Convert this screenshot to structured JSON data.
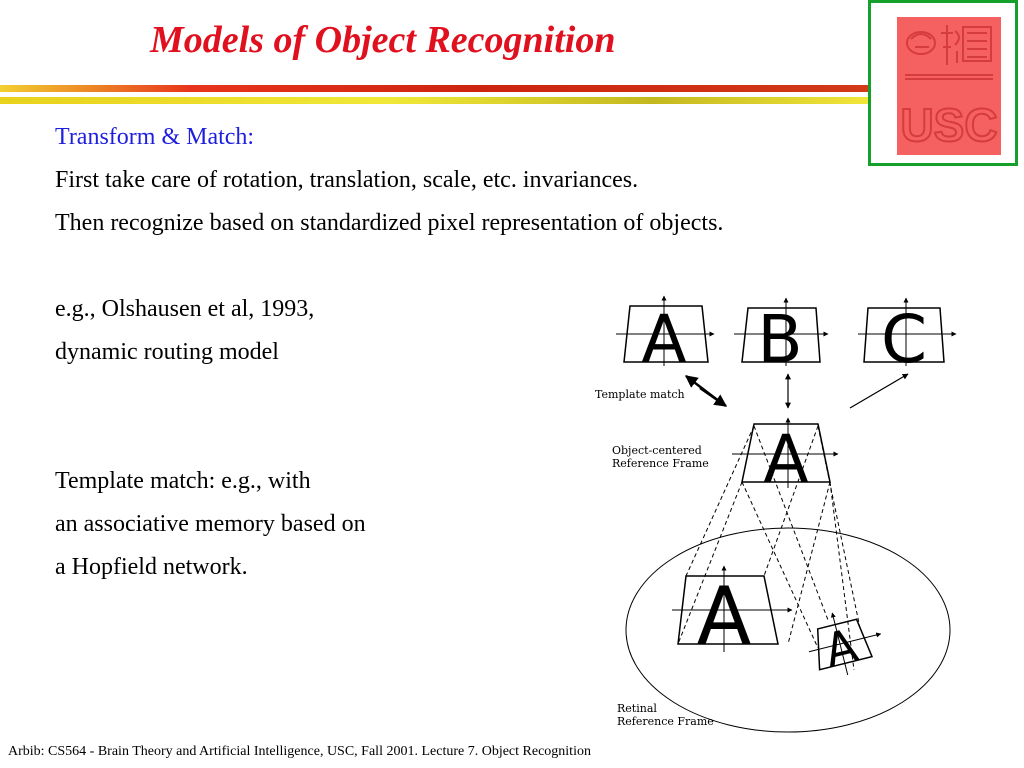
{
  "slide": {
    "title": "Models of Object Recognition",
    "lines": {
      "heading": "Transform & Match:",
      "line1": "First take care of rotation, translation, scale, etc. invariances.",
      "line2": "Then recognize based on standardized pixel representation of objects.",
      "line3": "e.g., Olshausen et al, 1993,",
      "line4": "dynamic routing model",
      "line5": "Template match: e.g., with",
      "line6": "an associative memory based on",
      "line7": "a Hopfield network."
    },
    "footer": "Arbib: CS564 - Brain Theory and Artificial Intelligence,  USC, Fall 2001. Lecture 7. Object Recognition"
  },
  "logo": {
    "text": "USC",
    "color": "#f56060",
    "frame_color": "#14a02a"
  },
  "figure": {
    "templates": [
      "A",
      "B",
      "C"
    ],
    "labels": {
      "template_match": "Template match",
      "object_frame_1": "Object-centered",
      "object_frame_2": "Reference Frame",
      "retinal_frame_1": "Retinal",
      "retinal_frame_2": "Reference Frame"
    }
  },
  "colors": {
    "title": "#e0101e",
    "heading": "#1e1ee0",
    "rule_red": "#cc2410",
    "rule_yellow": "#f0e838"
  }
}
